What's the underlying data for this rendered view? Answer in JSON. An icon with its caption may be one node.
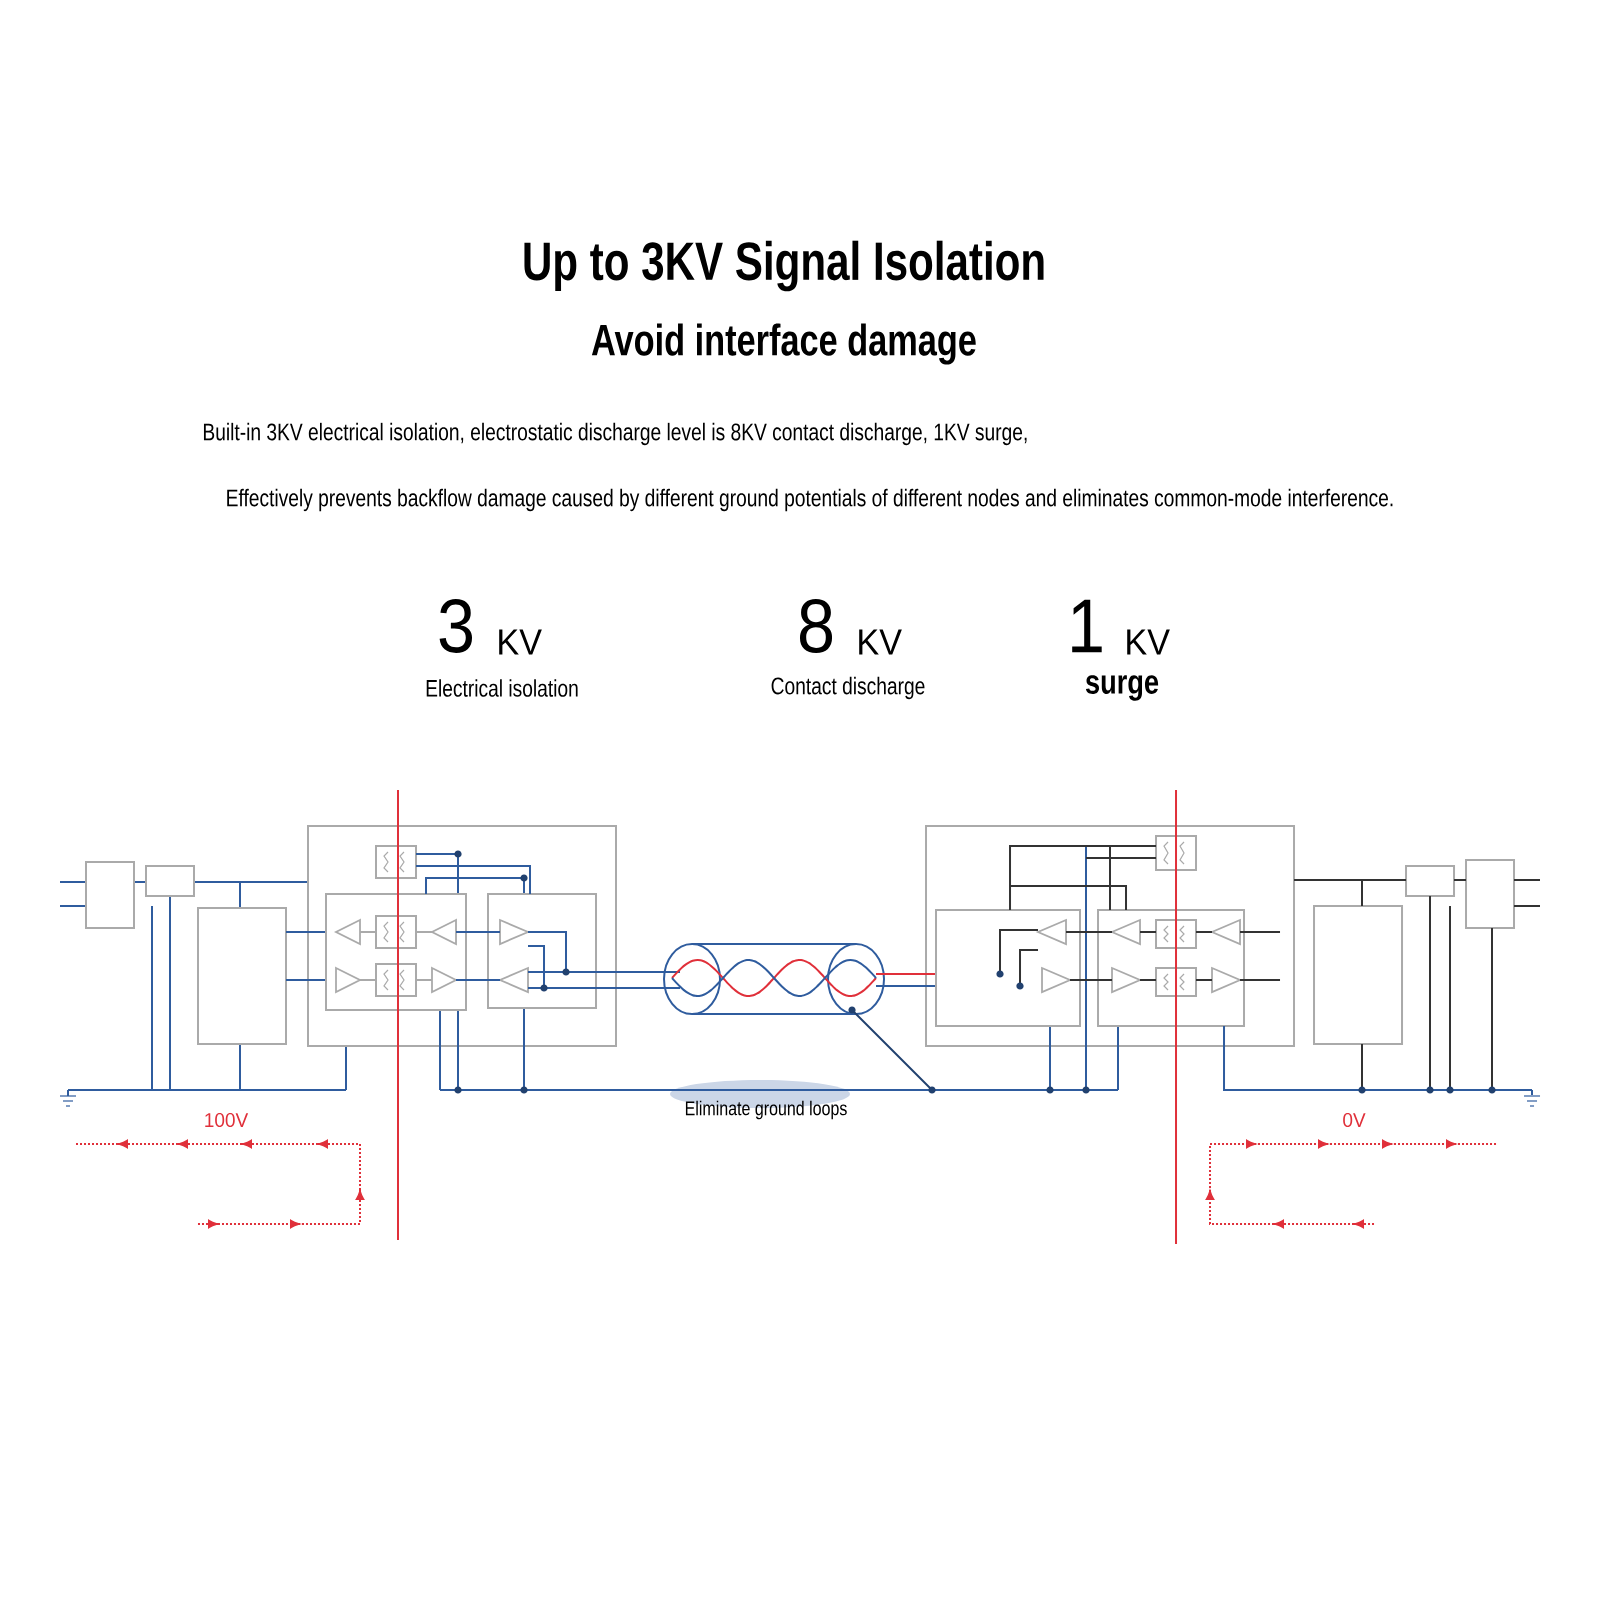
{
  "diagram": {
    "title": "Up to 3KV Signal Isolation",
    "labels": [
      "Avoid interface damage",
      "Built-in 3KV electrical isolation, electrostatic discharge level is 8KV contact discharge, 1KV surge,",
      "Effectively prevents backflow damage caused by different ground potentials of different nodes and eliminates common-mode interference.",
      "3",
      "KV",
      "Electrical isolation",
      "8",
      "KV",
      "Contact discharge",
      "1",
      "KV",
      "surge",
      "100V",
      "Eliminate ground loops",
      "0V"
    ]
  }
}
